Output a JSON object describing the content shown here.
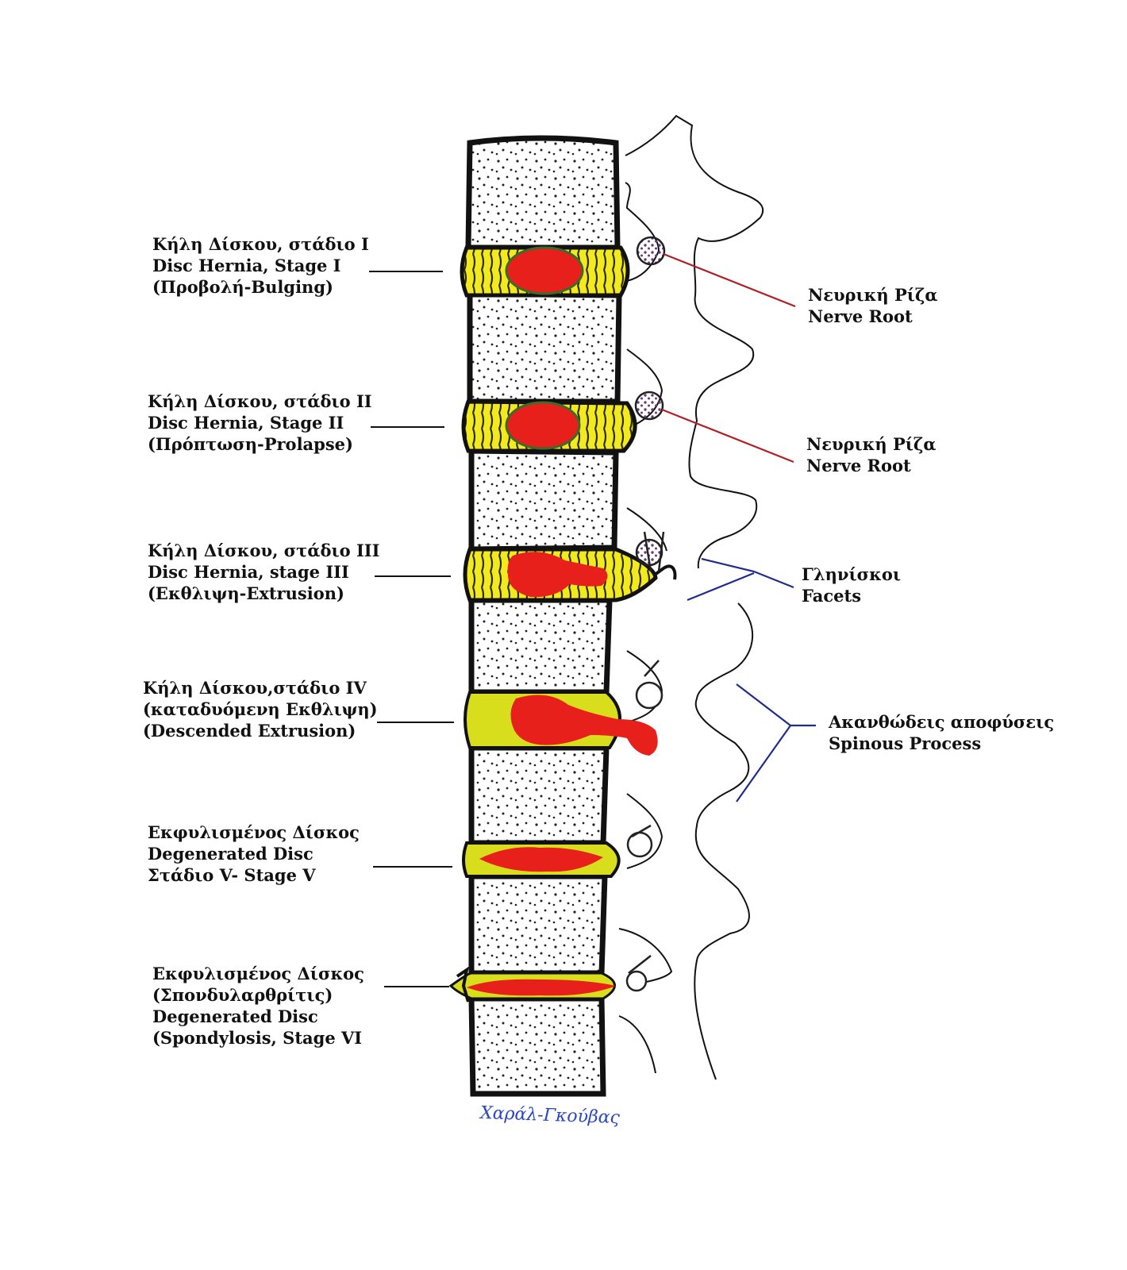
{
  "left_labels": [
    {
      "lines": [
        "Κήλη Δίσκου, στάδιο I",
        "Disc Hernia, Stage I",
        "(Προβολή-Bulging)"
      ]
    },
    {
      "lines": [
        "Κήλη Δίσκου, στάδιο II",
        "Disc Hernia, Stage II",
        "(Πρόπτωση-Prolapse)"
      ]
    },
    {
      "lines": [
        "Κήλη Δίσκου, στάδιο III",
        "Disc Hernia, stage III",
        "(Εκθλιψη-Extrusion)"
      ]
    },
    {
      "lines": [
        "Κήλη Δίσκου,στάδιο IV",
        "(καταδυόμενη Εκθλιψη)",
        "(Descended Extrusion)"
      ]
    },
    {
      "lines": [
        "Εκφυλισμένος Δίσκος",
        "Degenerated Disc",
        "Στάδιο V-  Stage V"
      ]
    },
    {
      "lines": [
        "Εκφυλισμένος Δίσκος",
        "(Σπονδυλαρθρίτις)",
        "Degenerated Disc",
        "(Spondylosis, Stage VI"
      ]
    }
  ],
  "right_labels": {
    "nerve_root_1": [
      "Νευρική Ρίζα",
      "Nerve Root"
    ],
    "nerve_root_2": [
      "Νευρική Ρίζα",
      "Nerve Root"
    ],
    "facets": [
      "Γληνίσκοι",
      "Facets"
    ],
    "spinous": [
      "Ακανθώδεις αποφύσεις",
      "Spinous Process"
    ]
  },
  "signature": "Χαράλ-Γκούβας",
  "colors": {
    "disc_yellow": "#f2ea1c",
    "nucleus_red": "#e8201c",
    "outline": "#111111",
    "red_leader": "#b21f24",
    "blue_leader": "#1f2c8a",
    "signature": "#2a47c4"
  }
}
